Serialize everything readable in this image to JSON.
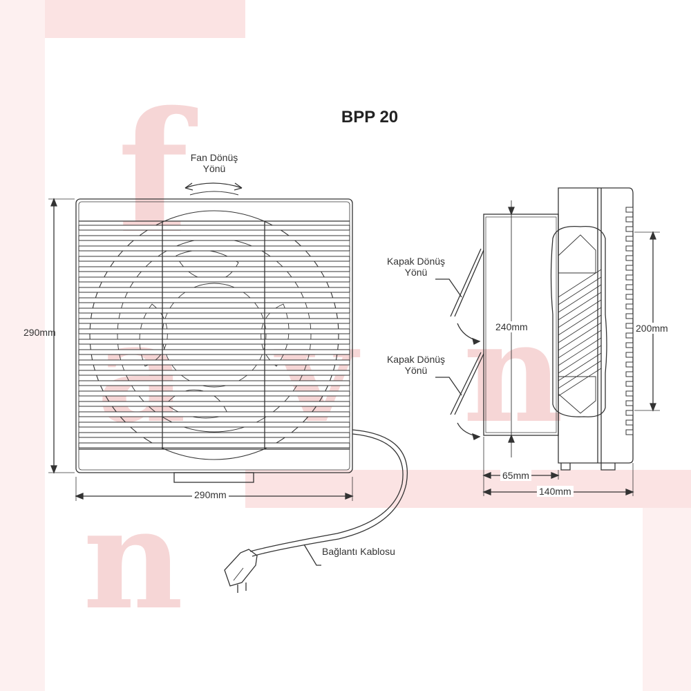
{
  "title": "BPP 20",
  "watermark": {
    "letters": [
      "f",
      "a",
      "v",
      "n",
      "n"
    ]
  },
  "labels": {
    "fan_direction_line1": "Fan Dönüş",
    "fan_direction_line2": "Yönü",
    "cover_direction_1_line1": "Kapak Dönüş",
    "cover_direction_1_line2": "Yönü",
    "cover_direction_2_line1": "Kapak Dönüş",
    "cover_direction_2_line2": "Yönü",
    "cable": "Bağlantı Kablosu"
  },
  "dimensions": {
    "height_front": "290mm",
    "width_front": "290mm",
    "body_height": "240mm",
    "opening_height": "200mm",
    "depth_body": "65mm",
    "depth_total": "140mm"
  },
  "colors": {
    "line": "#333333",
    "watermark": "#f3c9c9",
    "accent_arrow": "#444444"
  }
}
